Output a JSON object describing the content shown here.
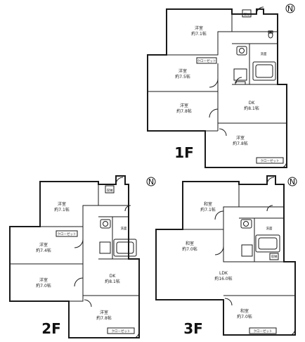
{
  "floors": [
    {
      "label": "1F",
      "rooms": [
        {
          "name": "洋室",
          "size": "約7.1帖"
        },
        {
          "name": "洋室",
          "size": "約7.5帖"
        },
        {
          "name": "洋室",
          "size": "約7.8帖"
        },
        {
          "name": "DK",
          "size": "約8.1帖"
        },
        {
          "name": "洋室",
          "size": "約7.8帖"
        }
      ],
      "fixtures": {
        "closet1": "クローゼット",
        "closet2": "クローゼット",
        "storage": "収納",
        "washroom": "洗面",
        "wc": "WC"
      }
    },
    {
      "label": "2F",
      "rooms": [
        {
          "name": "洋室",
          "size": "約7.1帖"
        },
        {
          "name": "洋室",
          "size": "約7.4帖"
        },
        {
          "name": "洋室",
          "size": "約7.0帖"
        },
        {
          "name": "DK",
          "size": "約8.1帖"
        },
        {
          "name": "洋室",
          "size": "約7.8帖"
        }
      ],
      "fixtures": {
        "closet1": "クローゼット",
        "closet2": "クローゼット",
        "storage": "収納",
        "washroom": "洗面"
      }
    },
    {
      "label": "3F",
      "rooms": [
        {
          "name": "和室",
          "size": "約7.1帖"
        },
        {
          "name": "和室",
          "size": "約7.0帖"
        },
        {
          "name": "LDK",
          "size": "約16.0帖"
        },
        {
          "name": "和室",
          "size": "約7.0帖"
        }
      ],
      "fixtures": {
        "closet1": "クローゼット",
        "storage": "収納",
        "washroom": "洗面"
      }
    }
  ],
  "compass_symbol": "N"
}
